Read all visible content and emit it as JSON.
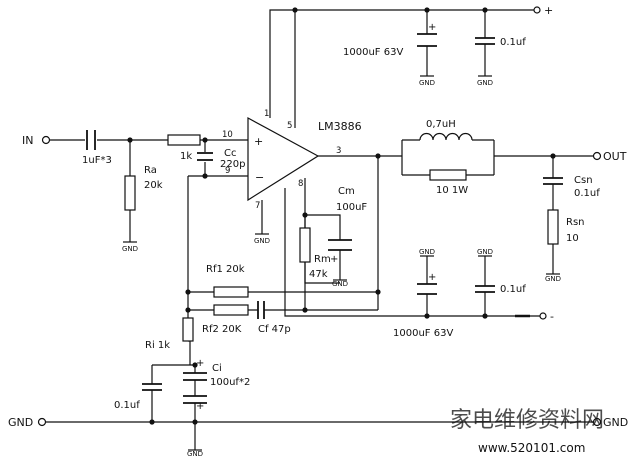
{
  "amplifier": {
    "chip": "LM3886"
  },
  "terminals": {
    "input": "IN",
    "output": "OUT",
    "ground": "GND",
    "v_plus": "+",
    "v_minus": "-"
  },
  "gnd_symbol_text": "GND",
  "pins": {
    "p10": "10",
    "p9": "9",
    "p1": "1",
    "p5": "5",
    "p3": "3",
    "p7": "7",
    "p8": "8",
    "plus": "+",
    "minus": "−"
  },
  "components": {
    "c_in": "1uF*3",
    "ra_name": "Ra",
    "ra_value": "20k",
    "r_in": "1k",
    "cc_name": "Cc",
    "cc_value": "220p",
    "cm_name": "Cm",
    "cm_value": "100uF",
    "rm_name": "Rm",
    "rm_value": "47k",
    "l_out": "0,7uH",
    "r_out": "10 1W",
    "csn_name": "Csn",
    "csn_value": "0.1uf",
    "rsn_name": "Rsn",
    "rsn_value": "10",
    "rf1": "Rf1 20k",
    "rf2": "Rf2 20K",
    "cf": "Cf 47p",
    "ri": "Ri 1k",
    "ci_name": "Ci",
    "ci_value": "100uf*2",
    "c_ci_bypass": "0.1uf",
    "c_top_elec": "1000uF 63V",
    "c_top_film": "0.1uf",
    "c_bot_elec": "1000uF 63V",
    "c_bot_film": "0.1uf",
    "polarity_plus": "+"
  },
  "watermark": {
    "cn": "家电维修资料网",
    "url": "www.520101.com"
  }
}
